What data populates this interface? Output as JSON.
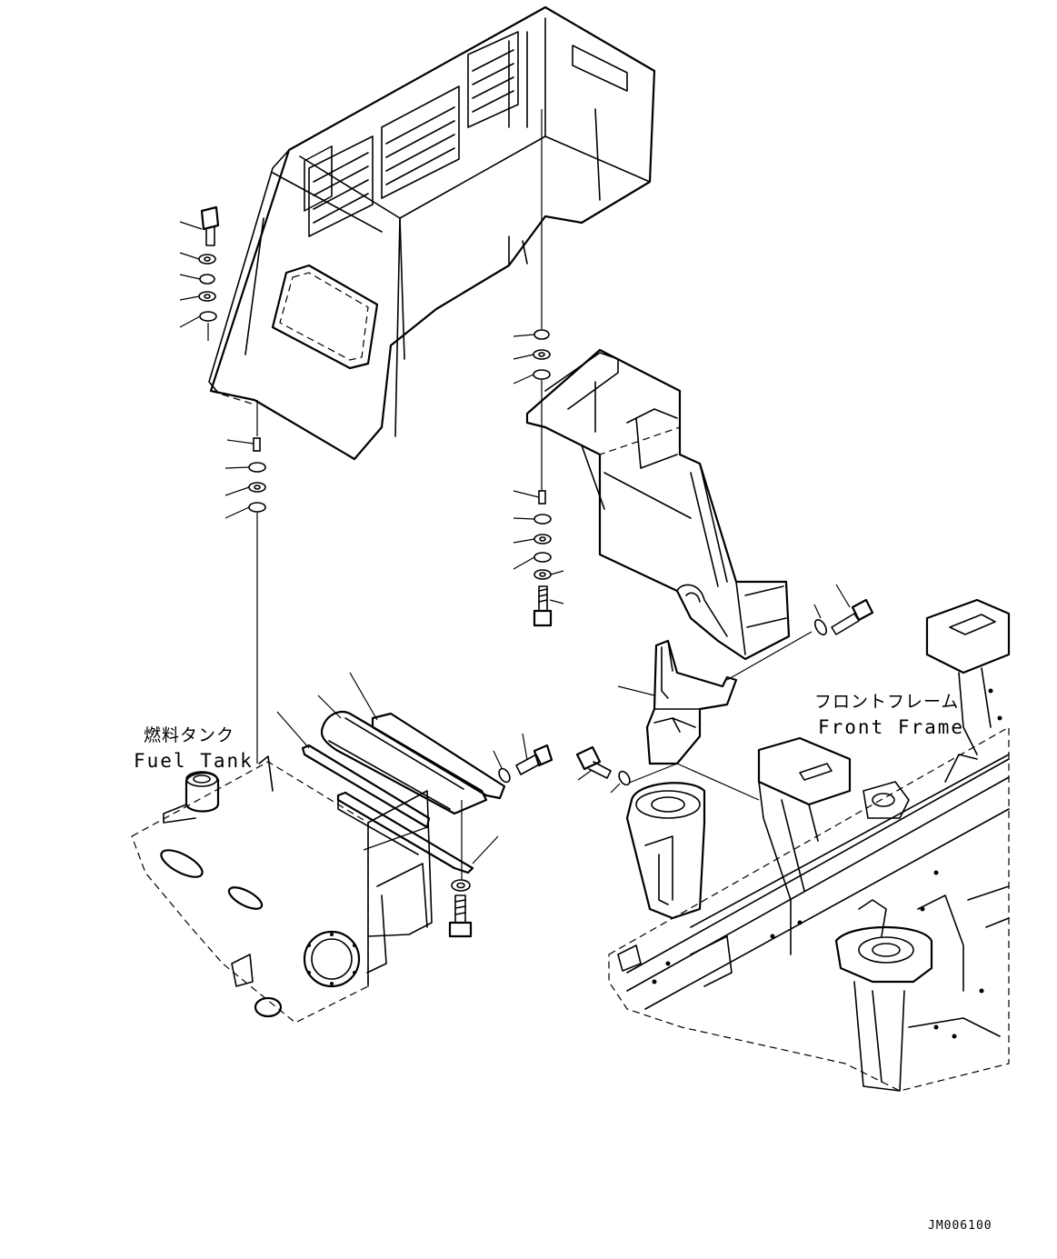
{
  "labels": {
    "fuel_tank_jp": "燃料タンク",
    "fuel_tank_en": "Fuel Tank",
    "front_frame_jp": "フロントフレーム",
    "front_frame_en": "Front Frame",
    "drawing_code": "JM006100"
  },
  "colors": {
    "ink": "#000000",
    "paper": "#ffffff"
  }
}
